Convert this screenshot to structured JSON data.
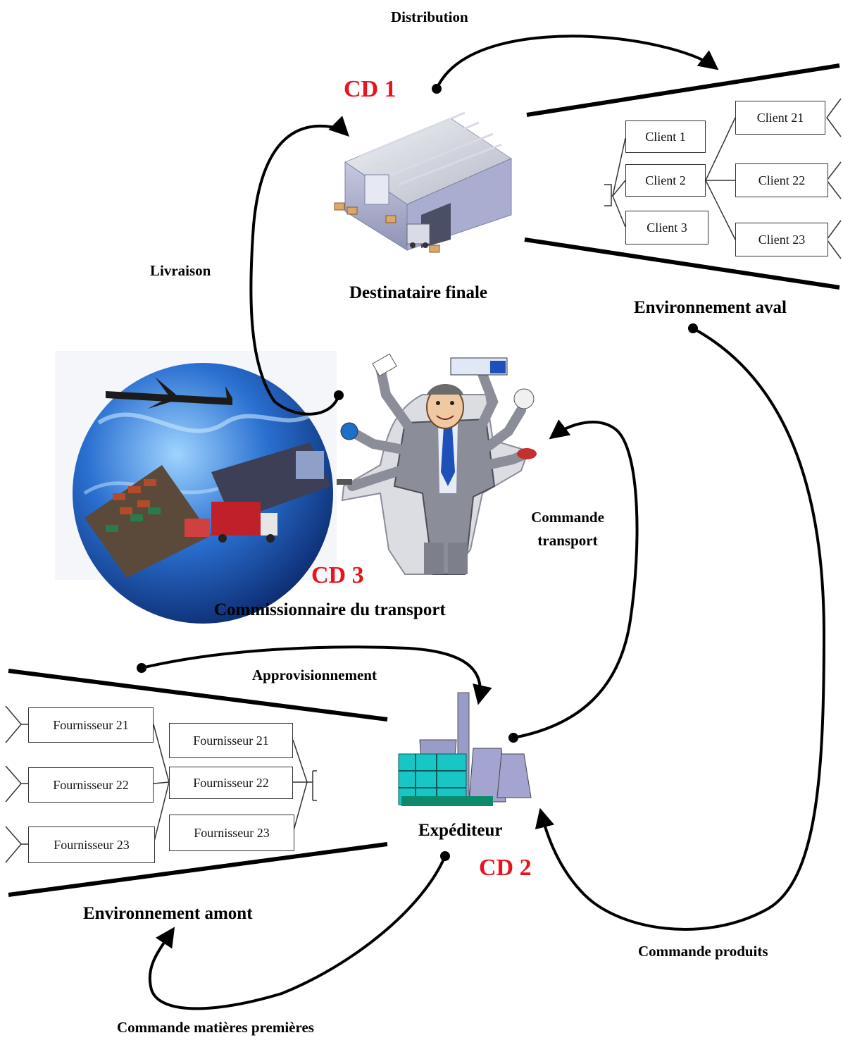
{
  "labels": {
    "distribution": "Distribution",
    "livraison": "Livraison",
    "destinataire": "Destinataire finale",
    "env_aval": "Environnement aval",
    "commande_transport_1": "Commande",
    "commande_transport_2": "transport",
    "commissionnaire": "Commissionnaire du transport",
    "approvisionnement": "Approvisionnement",
    "expediteur": "Expéditeur",
    "env_amont": "Environnement amont",
    "commande_produits": "Commande produits",
    "commande_matieres": "Commande matières premières",
    "cd1": "CD 1",
    "cd2": "CD 2",
    "cd3": "CD 3"
  },
  "clients": {
    "level1": [
      "Client 1",
      "Client 2",
      "Client 3"
    ],
    "level2": [
      "Client 21",
      "Client 22",
      "Client 23"
    ]
  },
  "fournisseurs": {
    "left": [
      "Fournisseur 21",
      "Fournisseur 22",
      "Fournisseur 23"
    ],
    "right": [
      "Fournisseur 21",
      "Fournisseur 22",
      "Fournisseur 23"
    ]
  },
  "colors": {
    "cd_red": "#e8131b",
    "globe_blue": "#1b4fa8",
    "warehouse_grey": "#c9ccd6",
    "factory_cyan": "#19c6c6"
  },
  "icons": {
    "warehouse": "warehouse-icon",
    "transport_globe": "transport-globe-icon",
    "commissionaire": "multitasking-man-icon",
    "factory": "factory-icon"
  }
}
